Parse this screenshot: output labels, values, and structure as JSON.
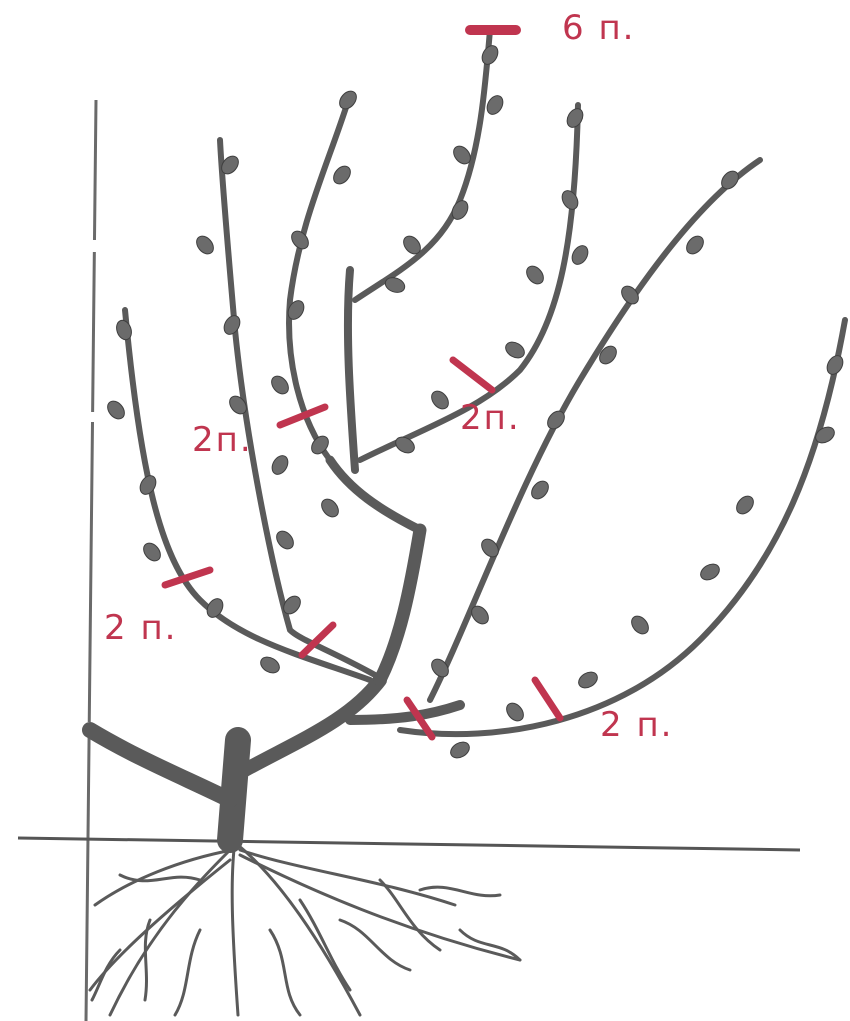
{
  "colors": {
    "ink": "#5a5a5a",
    "mark": "#c0354f",
    "paper": "#ffffff"
  },
  "labels": {
    "leader_cut": "6 п.",
    "left_branch_cut": "2 п.",
    "upper_left_cut": "2п.",
    "middle_cut": "2п.",
    "lower_right_cut": "2 п."
  }
}
